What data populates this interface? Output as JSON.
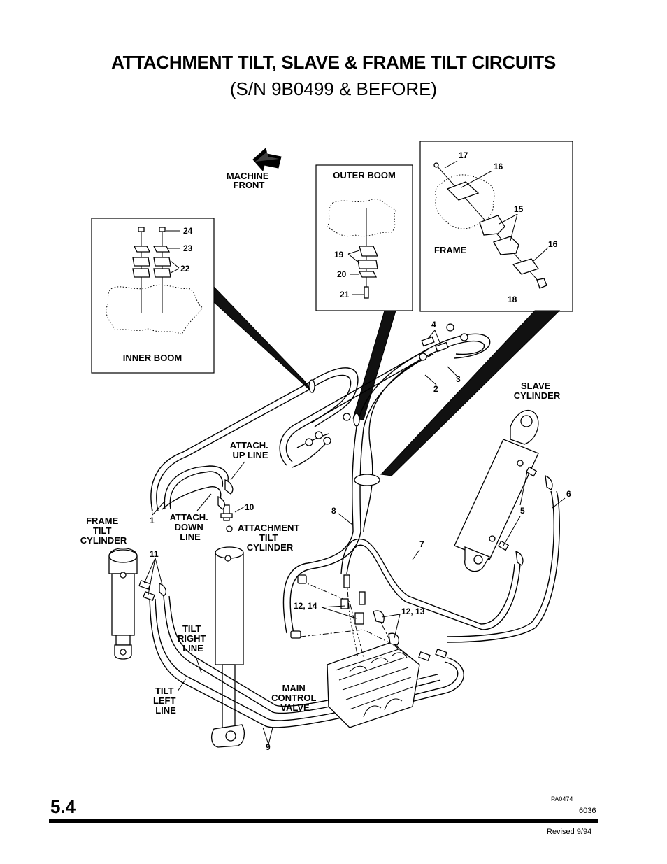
{
  "header": {
    "title": "ATTACHMENT TILT, SLAVE & FRAME TILT CIRCUITS",
    "subtitle": "(S/N 9B0499 & BEFORE)"
  },
  "labels": {
    "machine_front": [
      "MACHINE",
      "FRONT"
    ],
    "outer_boom": "OUTER BOOM",
    "frame": "FRAME",
    "inner_boom": "INNER BOOM",
    "slave_cylinder": [
      "SLAVE",
      "CYLINDER"
    ],
    "attach_up_line": [
      "ATTACH.",
      "UP LINE"
    ],
    "attach_down_line": [
      "ATTACH.",
      "DOWN",
      "LINE"
    ],
    "attachment_tilt_cylinder": [
      "ATTACHMENT",
      "TILT",
      "CYLINDER"
    ],
    "frame_tilt_cylinder": [
      "FRAME",
      "TILT",
      "CYLINDER"
    ],
    "tilt_right_line": [
      "TILT",
      "RIGHT",
      "LINE"
    ],
    "tilt_left_line": [
      "TILT",
      "LEFT",
      "LINE"
    ],
    "main_control_valve": [
      "MAIN",
      "CONTROL",
      "VALVE"
    ]
  },
  "callouts": {
    "n1": "1",
    "n2": "2",
    "n3": "3",
    "n4": "4",
    "n5": "5",
    "n6": "6",
    "n7": "7",
    "n8": "8",
    "n9": "9",
    "n10": "10",
    "n11": "11",
    "n12_14": "12, 14",
    "n12_13": "12, 13",
    "n15": "15",
    "n16a": "16",
    "n16b": "16",
    "n17": "17",
    "n18": "18",
    "n19": "19",
    "n20": "20",
    "n21": "21",
    "n22": "22",
    "n23": "23",
    "n24": "24"
  },
  "footer": {
    "page_number": "5.4",
    "figure_code": "PA0474",
    "doc_number": "6036",
    "revised": "Revised 9/94"
  }
}
